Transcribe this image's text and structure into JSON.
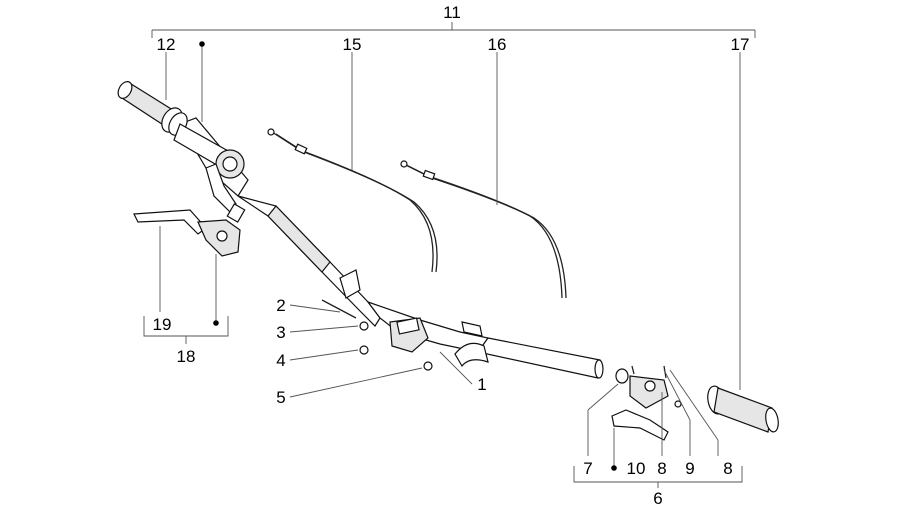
{
  "diagram": {
    "callouts": [
      {
        "id": "c11",
        "label": "11"
      },
      {
        "id": "c12",
        "label": "12"
      },
      {
        "id": "c15",
        "label": "15"
      },
      {
        "id": "c16",
        "label": "16"
      },
      {
        "id": "c17",
        "label": "17"
      },
      {
        "id": "c2",
        "label": "2"
      },
      {
        "id": "c3",
        "label": "3"
      },
      {
        "id": "c4",
        "label": "4"
      },
      {
        "id": "c5",
        "label": "5"
      },
      {
        "id": "c1",
        "label": "1"
      },
      {
        "id": "c19",
        "label": "19"
      },
      {
        "id": "c18",
        "label": "18"
      },
      {
        "id": "c7",
        "label": "7"
      },
      {
        "id": "c10",
        "label": "10"
      },
      {
        "id": "c8a",
        "label": "8"
      },
      {
        "id": "c9",
        "label": "9"
      },
      {
        "id": "c8b",
        "label": "8"
      },
      {
        "id": "c6",
        "label": "6"
      }
    ]
  }
}
